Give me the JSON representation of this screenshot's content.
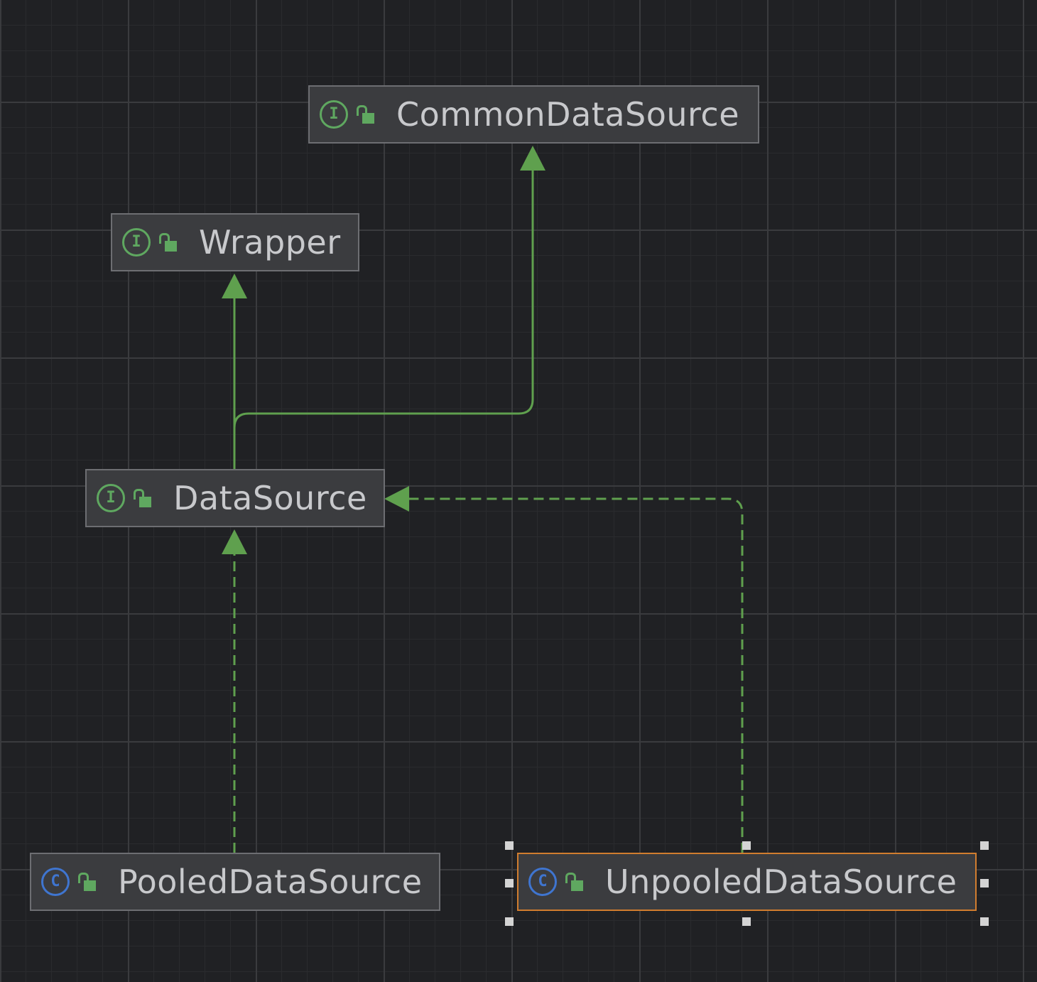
{
  "diagram": {
    "nodes": [
      {
        "id": "common",
        "kind": "interface",
        "kind_glyph": "I",
        "label": "CommonDataSource",
        "visibility": "public"
      },
      {
        "id": "wrapper",
        "kind": "interface",
        "kind_glyph": "I",
        "label": "Wrapper",
        "visibility": "public"
      },
      {
        "id": "datasource",
        "kind": "interface",
        "kind_glyph": "I",
        "label": "DataSource",
        "visibility": "public"
      },
      {
        "id": "pooled",
        "kind": "class",
        "kind_glyph": "C",
        "label": "PooledDataSource",
        "visibility": "public"
      },
      {
        "id": "unpooled",
        "kind": "class",
        "kind_glyph": "C",
        "label": "UnpooledDataSource",
        "visibility": "public",
        "selected": true
      }
    ],
    "edges": [
      {
        "from": "datasource",
        "to": "wrapper",
        "relation": "extends",
        "style": "solid"
      },
      {
        "from": "datasource",
        "to": "common",
        "relation": "extends",
        "style": "solid"
      },
      {
        "from": "pooled",
        "to": "datasource",
        "relation": "implements",
        "style": "dashed"
      },
      {
        "from": "unpooled",
        "to": "datasource",
        "relation": "implements",
        "style": "dashed"
      }
    ],
    "colors": {
      "background": "#202124",
      "edge": "#5fa04e",
      "interface_icon": "#5fa860",
      "class_icon": "#3f75d0",
      "selection_border": "#d17d2f"
    }
  }
}
